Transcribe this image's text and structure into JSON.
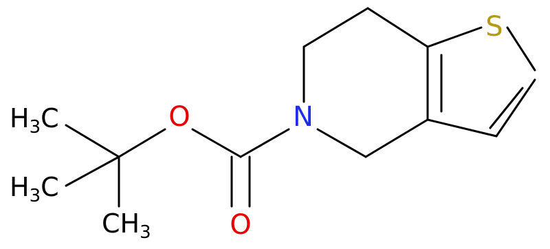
{
  "atoms": {
    "sulfur": {
      "symbol": "S",
      "color": "#b59a14"
    },
    "nitrogen": {
      "symbol": "N",
      "color": "#1f2ee6"
    },
    "ester_oxygen": {
      "symbol": "O",
      "color": "#e60000"
    },
    "carbonyl_oxygen": {
      "symbol": "O",
      "color": "#e60000"
    },
    "methyl_top": {
      "main": "H",
      "sub": "3",
      "tail": "C"
    },
    "methyl_mid": {
      "main": "H",
      "sub": "3",
      "tail": "C"
    },
    "methyl_bottom": {
      "main": "CH",
      "sub": "3"
    }
  },
  "colors": {
    "bond": "#000000",
    "background": "#ffffff"
  }
}
